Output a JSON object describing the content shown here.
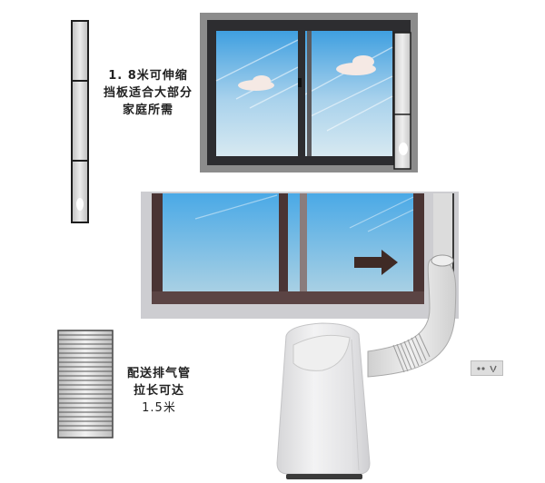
{
  "panel_strip": {
    "caption_lines": [
      "1. 8米可伸缩",
      "挡板适合大部分",
      "家庭所需"
    ],
    "segments": 3,
    "color_fill": "#d9d9d9",
    "color_border": "#1e1e1e"
  },
  "window_top": {
    "frame_color": "#8a8a8a",
    "inner_frame_color": "#2b2b2e",
    "sky_top": "#4aa3dd",
    "sky_bottom": "#cfe4ef"
  },
  "window_bottom": {
    "frame_color": "#c9c9cc",
    "inner_frame_color": "#4a3434",
    "arrow_color": "#3f2a25",
    "arrow_direction": "right"
  },
  "hose": {
    "caption_lines": [
      "配送排气管",
      "拉长可达",
      "1.5米"
    ],
    "ribs": 26
  },
  "ac_unit": {
    "body_color": "#e8e8ea"
  },
  "wall_outlet": {
    "color": "#d6d6d6"
  }
}
